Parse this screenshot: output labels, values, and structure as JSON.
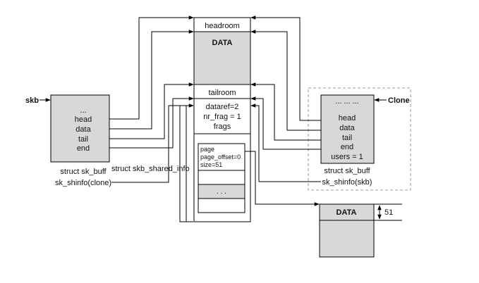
{
  "buffer": {
    "headroom": "headroom",
    "data": "DATA",
    "tailroom": "tailroom",
    "shinfo": {
      "dataref": "dataref=2",
      "nr_frags": "nr_frag = 1",
      "frags": "frags"
    },
    "frag_entry": {
      "page": "page",
      "page_offset": "page_offset=0",
      "size": "size=51"
    },
    "frag_more": ". . ."
  },
  "skb": {
    "label": "skb",
    "fields": [
      "...",
      "head",
      "data",
      "tail",
      "end"
    ],
    "struct_label": "struct sk_buff",
    "shinfo_label": "sk_shinfo(clone)"
  },
  "clone": {
    "label": "Clone",
    "fields": [
      "... ... ...",
      "head",
      "data",
      "tail",
      "end",
      "users = 1"
    ],
    "struct_label": "struct sk_buff",
    "shinfo_label": "sk_shinfo(skb)"
  },
  "shared_info_label": "struct skb_shared_info",
  "page_data": {
    "label": "DATA",
    "size": "51"
  },
  "colors": {
    "struct_fill": "#d8d8d8",
    "data_fill": "#d8d8d8",
    "line": "#000000",
    "clone_border": "#999999"
  }
}
